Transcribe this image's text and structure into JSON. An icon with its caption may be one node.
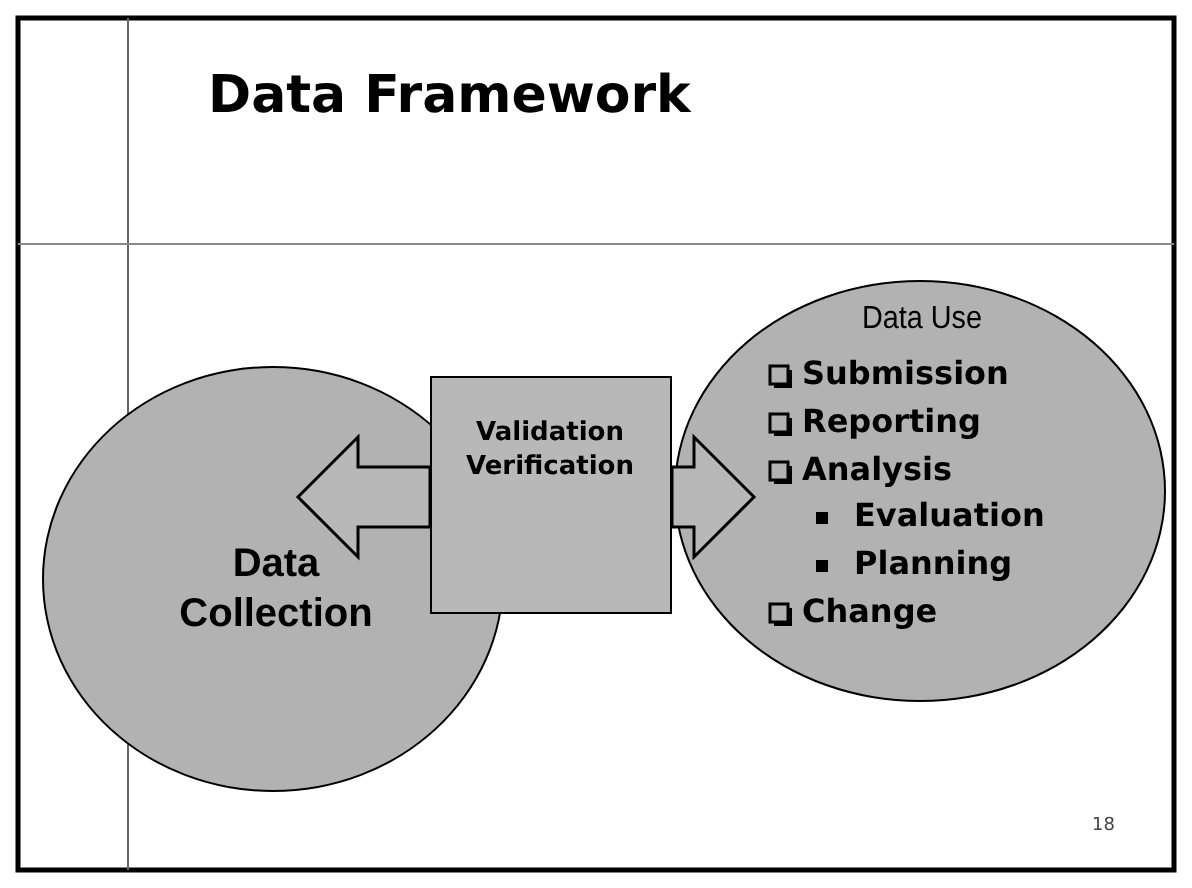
{
  "diagram": {
    "title": "Data Framework",
    "nodes": [
      {
        "text": [
          "Data Collection"
        ]
      },
      {
        "text": [
          "Validation Verification"
        ]
      },
      {
        "text": [
          "Data Use",
          "Submission",
          "Reporting",
          "Analysis",
          "Evaluation",
          "Planning",
          "Change"
        ]
      }
    ],
    "edges": [
      {
        "from": 1,
        "to": 0,
        "arrow": "to",
        "style": "thick"
      },
      {
        "from": 1,
        "to": 2,
        "arrow": "to",
        "style": "thick"
      }
    ],
    "labels": [
      "18"
    ]
  }
}
